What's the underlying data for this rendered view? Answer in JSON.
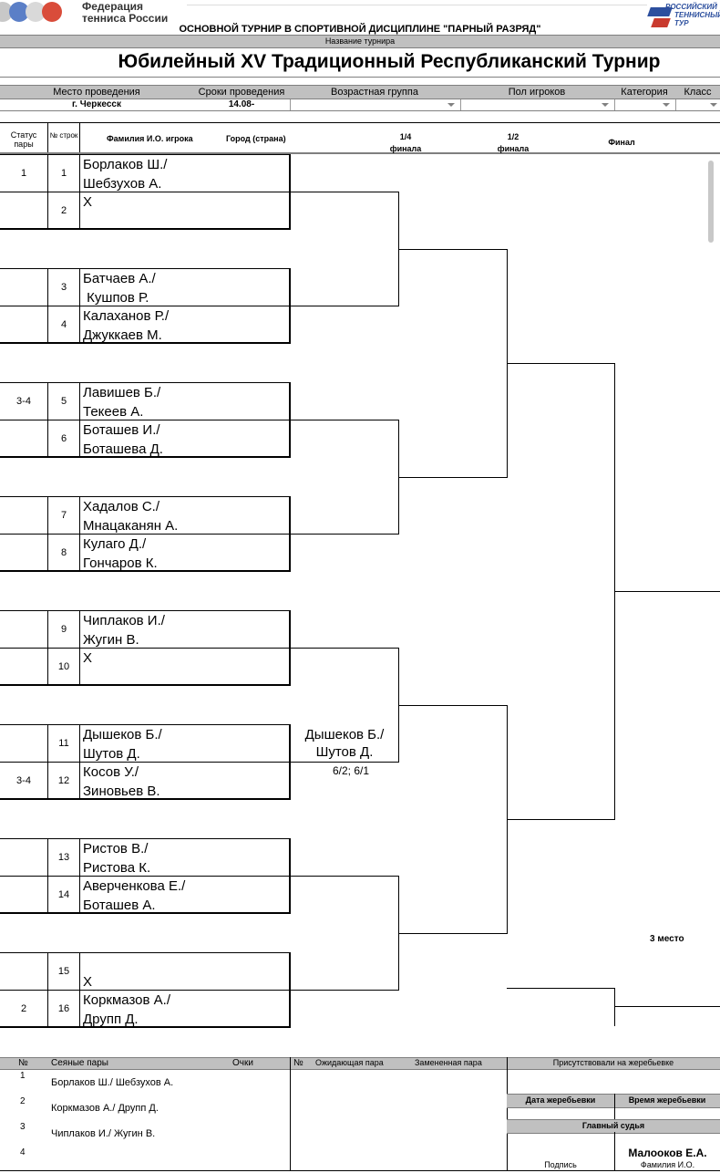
{
  "header": {
    "logo_line1": "Федерация",
    "logo_line2": "тенниса России",
    "subtitle": "ОСНОВНОЙ ТУРНИР В СПОРТИВНОЙ ДИСЦИПЛИНЕ \"ПАРНЫЙ РАЗРЯД\"",
    "rtt_line1": "РОССИЙСКИЙ",
    "rtt_line2": "ТЕННИСНЫЙ",
    "rtt_line3": "ТУР",
    "tournament_name_label": "Название турнира",
    "tournament_name": "Юбилейный XV Традиционный Республиканский Турнир"
  },
  "info": {
    "venue_label": "Место проведения",
    "dates_label": "Сроки проведения",
    "age_label": "Возрастная группа",
    "gender_label": "Пол игроков",
    "category_label": "Категория",
    "class_label": "Класс",
    "venue": "г. Черкесск",
    "dates": "14.08-"
  },
  "columns": {
    "status": "Статус пары",
    "row_num": "№ строк",
    "player": "Фамилия И.О. игрока",
    "city": "Город (страна)",
    "qf_1": "1/4",
    "qf_2": "финала",
    "sf_1": "1/2",
    "sf_2": "финала",
    "final": "Финал"
  },
  "draw": [
    {
      "num": "1",
      "status": "1",
      "line1": "Борлаков Ш./",
      "line2": "Шебзухов А."
    },
    {
      "num": "2",
      "status": "",
      "line1": "Х",
      "line2": ""
    },
    {
      "num": "3",
      "status": "",
      "line1": "Батчаев А./",
      "line2": " Кушпов Р."
    },
    {
      "num": "4",
      "status": "",
      "line1": "Калаханов Р./",
      "line2": "Джуккаев М."
    },
    {
      "num": "5",
      "status": "3-4",
      "line1": "Лавишев Б./",
      "line2": "Текеев А."
    },
    {
      "num": "6",
      "status": "",
      "line1": "Боташев И./",
      "line2": "Боташева Д."
    },
    {
      "num": "7",
      "status": "",
      "line1": "Хадалов С./",
      "line2": "Мнацаканян А."
    },
    {
      "num": "8",
      "status": "",
      "line1": "Кулаго Д./",
      "line2": "Гончаров К."
    },
    {
      "num": "9",
      "status": "",
      "line1": "Чиплаков И./",
      "line2": "Жугин В."
    },
    {
      "num": "10",
      "status": "",
      "line1": "Х",
      "line2": ""
    },
    {
      "num": "11",
      "status": "",
      "line1": "Дышеков Б./",
      "line2": "Шутов Д."
    },
    {
      "num": "12",
      "status": "3-4",
      "line1": "Косов У./",
      "line2": "Зиновьев В."
    },
    {
      "num": "13",
      "status": "",
      "line1": "Ристов В./",
      "line2": "Ристова К."
    },
    {
      "num": "14",
      "status": "",
      "line1": "Аверченкова Е./",
      "line2": "Боташев А."
    },
    {
      "num": "15",
      "status": "",
      "line1": "",
      "line2": "Х"
    },
    {
      "num": "16",
      "status": "2",
      "line1": "Коркмазов А./",
      "line2": "Друпп Д."
    }
  ],
  "result": {
    "winner_line1": "Дышеков Б./",
    "winner_line2": "Шутов Д.",
    "score": "6/2; 6/1"
  },
  "third_place_label": "3 место",
  "footer": {
    "no_label": "№",
    "seeded_label": "Сеяные пары",
    "points_label": "Очки",
    "no2_label": "№",
    "waiting_label": "Ожидающая пара",
    "replaced_label": "Замененная пара",
    "present_label": "Присутствовали на жеребьевке",
    "draw_date_label": "Дата жеребьевки",
    "draw_time_label": "Время жеребьевки",
    "referee_label": "Главный судья",
    "signature_label": "Подпись",
    "fio_label": "Фамилия И.О.",
    "referee_name": "Малооков Е.А.",
    "seeds": [
      {
        "n": "1",
        "name": "Борлаков Ш./ Шебзухов А."
      },
      {
        "n": "2",
        "name": "Коркмазов А./ Друпп Д."
      },
      {
        "n": "3",
        "name": "Чиплаков И./ Жугин В."
      },
      {
        "n": "4",
        "name": ""
      }
    ]
  }
}
